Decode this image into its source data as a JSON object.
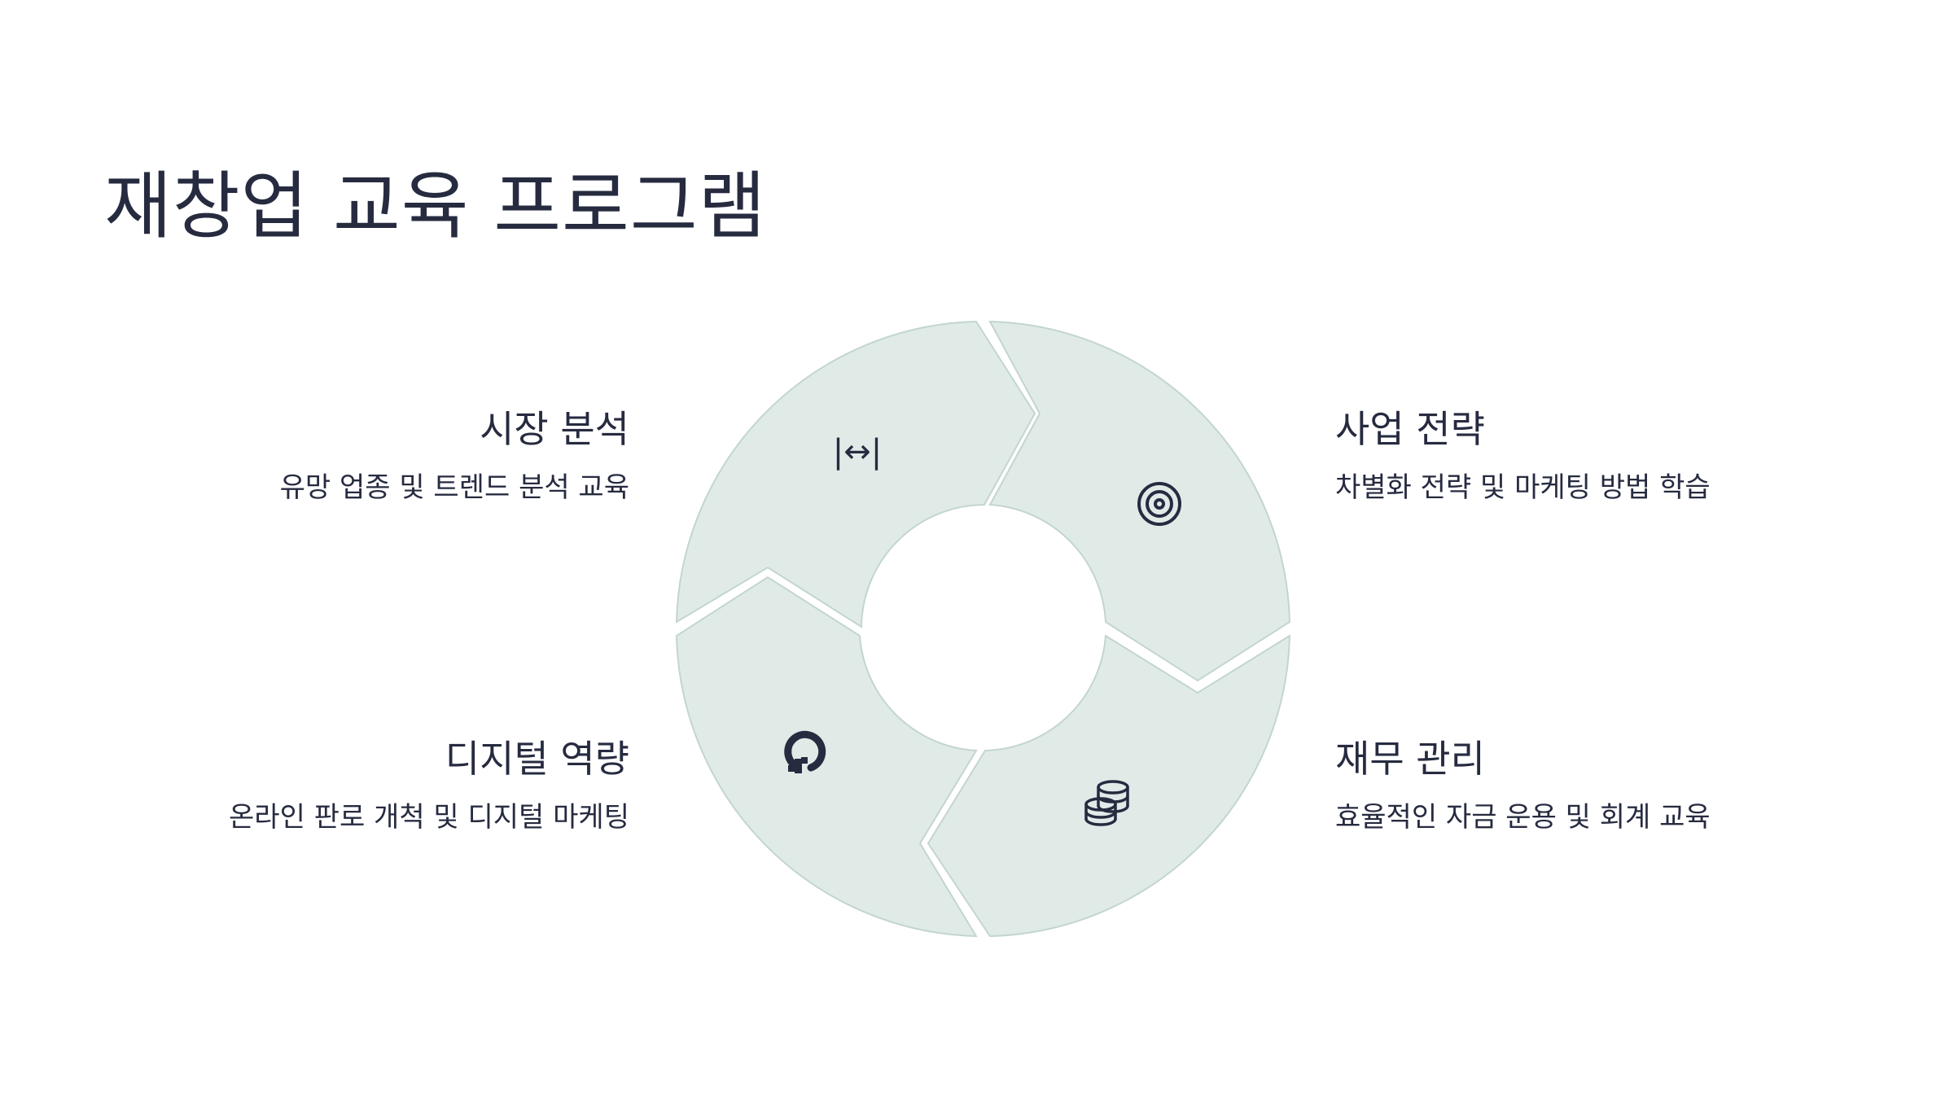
{
  "title": "재창업 교육 프로그램",
  "colors": {
    "segment_fill": "#e0ebe8",
    "segment_stroke": "#c3d5cf",
    "text": "#262b40",
    "background": "#ffffff"
  },
  "items": [
    {
      "title": "시장 분석",
      "description": "유망 업종 및 트렌드 분석 교육",
      "icon": "width-arrows-icon"
    },
    {
      "title": "사업 전략",
      "description": "차별화 전략 및 마케팅 방법 학습",
      "icon": "target-icon"
    },
    {
      "title": "재무 관리",
      "description": "효율적인 자금 운용 및 회계 교육",
      "icon": "coins-icon"
    },
    {
      "title": "디지털 역량",
      "description": "온라인 판로 개척 및 디지털 마케팅",
      "icon": "digital-ring-icon"
    }
  ],
  "icon_glyphs": {
    "width_arrows": "|↔|"
  }
}
